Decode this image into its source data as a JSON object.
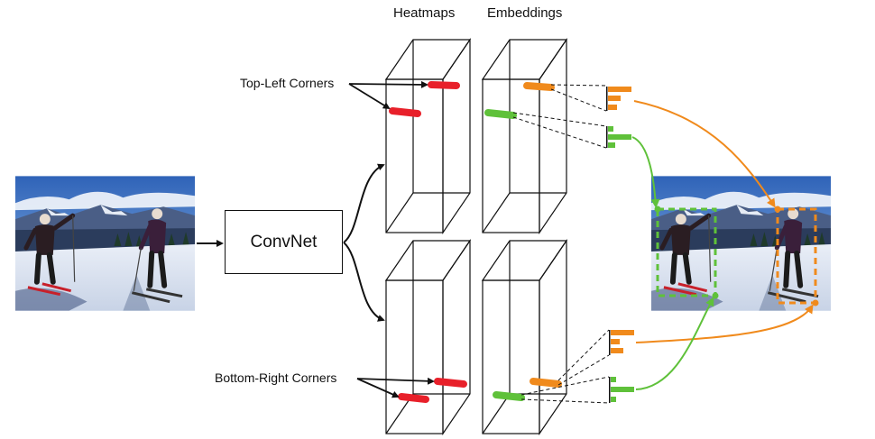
{
  "headers": {
    "heatmaps": "Heatmaps",
    "embeddings": "Embeddings"
  },
  "labels": {
    "top_left": "Top-Left Corners",
    "bottom_right": "Bottom-Right Corners"
  },
  "network": {
    "name": "ConvNet"
  },
  "colors": {
    "heatmap_mark": "#e8202a",
    "embed_orange": "#f08a1c",
    "embed_green": "#5fc13a",
    "outline": "#111111"
  },
  "images": {
    "input": "ski-photo-input",
    "output": "ski-photo-output-with-boxes"
  }
}
